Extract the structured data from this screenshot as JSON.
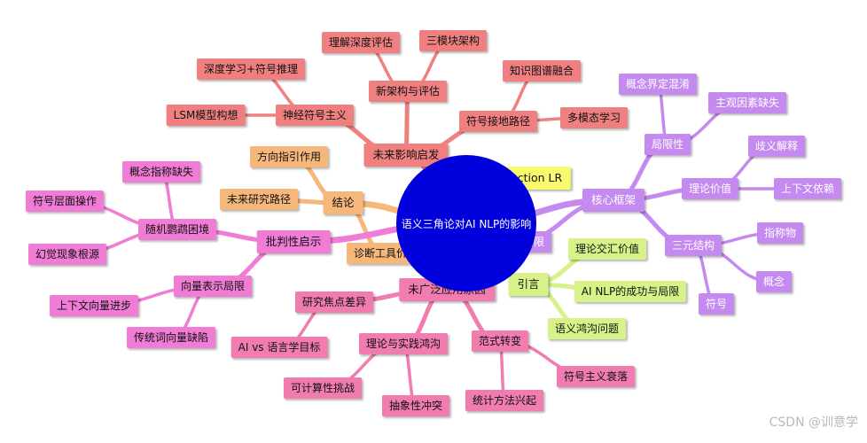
{
  "root": {
    "label": "语义三角论对AI NLP的影响",
    "color": "#0000dd"
  },
  "annotation": {
    "label": "direction LR"
  },
  "branches": [
    {
      "id": "yinyan",
      "label": "引言",
      "color": "#d8f28a",
      "children": [
        {
          "label": "理论交汇价值"
        },
        {
          "label": "AI NLP的成功与局限"
        },
        {
          "label": "语义鸿沟问题"
        }
      ]
    },
    {
      "id": "hexin",
      "label": "核心框架",
      "color": "#c48af0",
      "children": [
        {
          "label": "三元结构",
          "children": [
            {
              "label": "指称物"
            },
            {
              "label": "概念"
            },
            {
              "label": "符号"
            }
          ]
        },
        {
          "label": "理论价值",
          "children": [
            {
              "label": "歧义解释"
            },
            {
              "label": "上下文依赖"
            }
          ]
        },
        {
          "label": "局限性",
          "children": [
            {
              "label": "概念界定混淆"
            },
            {
              "label": "主观因素缺失"
            }
          ]
        },
        {
          "label": "理论自身局限"
        }
      ]
    },
    {
      "id": "weilai",
      "label": "未来影响启发",
      "color": "#f08080",
      "children": [
        {
          "label": "符号接地路径",
          "children": [
            {
              "label": "知识图谱融合"
            },
            {
              "label": "多模态学习"
            }
          ]
        },
        {
          "label": "新架构与评估",
          "children": [
            {
              "label": "理解深度评估"
            },
            {
              "label": "三模块架构"
            }
          ]
        },
        {
          "label": "神经符号主义",
          "children": [
            {
              "label": "深度学习+符号推理"
            },
            {
              "label": "LSM模型构想"
            }
          ]
        }
      ]
    },
    {
      "id": "jielun",
      "label": "结论",
      "color": "#f6b77b",
      "children": [
        {
          "label": "方向指引作用"
        },
        {
          "label": "未来研究路径"
        },
        {
          "label": "诊断工具价值"
        }
      ]
    },
    {
      "id": "pipan",
      "label": "批判性启示",
      "color": "#f07cd6",
      "children": [
        {
          "label": "随机鹦鹉困境",
          "children": [
            {
              "label": "概念指称缺失"
            },
            {
              "label": "符号层面操作"
            },
            {
              "label": "幻觉现象根源"
            }
          ]
        },
        {
          "label": "向量表示局限",
          "children": [
            {
              "label": "上下文向量进步"
            },
            {
              "label": "传统词向量缺陷"
            }
          ]
        }
      ]
    },
    {
      "id": "weiguang",
      "label": "未广泛应用原因",
      "color": "#f07cb0",
      "children": [
        {
          "label": "研究焦点差异",
          "children": [
            {
              "label": "AI vs 语言学目标"
            }
          ]
        },
        {
          "label": "理论与实践鸿沟",
          "children": [
            {
              "label": "可计算性挑战"
            },
            {
              "label": "抽象性冲突"
            }
          ]
        },
        {
          "label": "范式转变",
          "children": [
            {
              "label": "统计方法兴起"
            },
            {
              "label": "符号主义衰落"
            }
          ]
        }
      ]
    }
  ],
  "watermark": "CSDN @训意学"
}
